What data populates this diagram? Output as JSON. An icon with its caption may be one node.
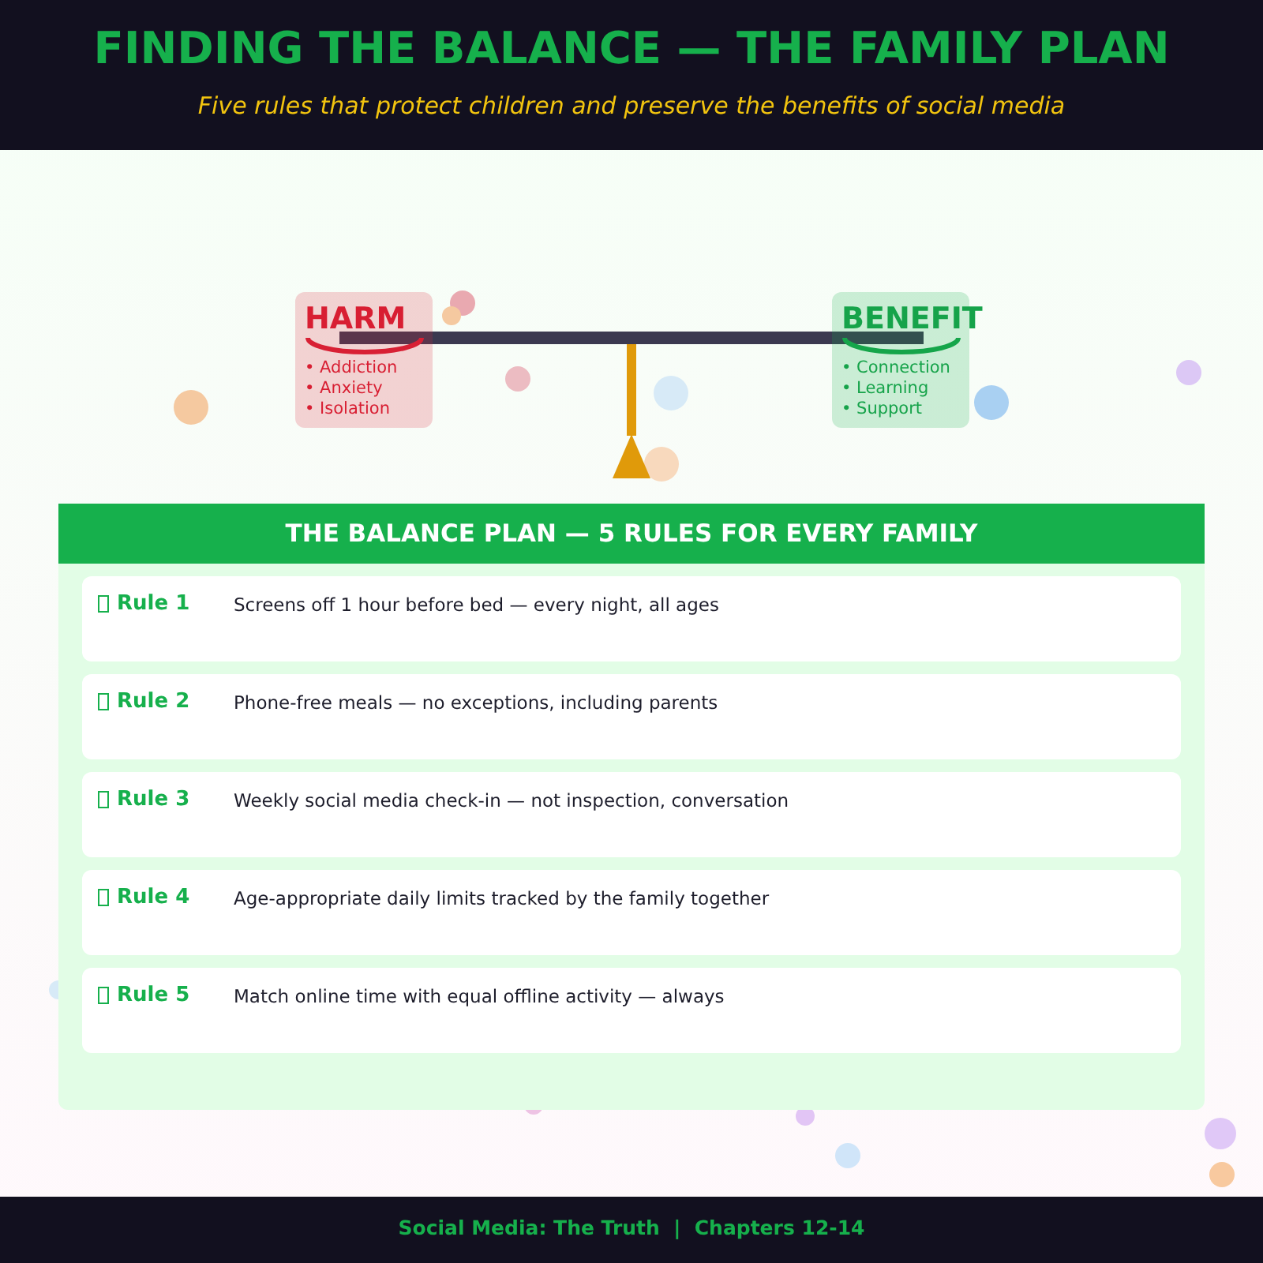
{
  "diagram": {
    "title": "FINDING THE BALANCE — THE FAMILY PLAN",
    "caption": "Social Media: The Truth  |  Chapters 12-14",
    "nodes": [
      {
        "text": [
          "HARM",
          "• Addiction",
          "• Anxiety",
          "• Isolation"
        ]
      },
      {
        "text": [
          "BENEFIT",
          "• Connection",
          "• Learning",
          "• Support"
        ]
      },
      {
        "text": [
          "THE BALANCE PLAN — 5 RULES FOR EVERY FAMILY"
        ]
      },
      {
        "text": [
          "Rule 1",
          "Screens off 1 hour before bed — every night, all ages"
        ],
        "in": 2
      },
      {
        "text": [
          "Rule 2",
          "Phone-free meals — no exceptions, including parents"
        ],
        "in": 2
      },
      {
        "text": [
          "Rule 3",
          "Weekly social media check-in — not inspection, conversation"
        ],
        "in": 2
      },
      {
        "text": [
          "Rule 4",
          "Age-appropriate daily limits tracked by the family together"
        ],
        "in": 2
      },
      {
        "text": [
          "Rule 5",
          "Match online time with equal offline activity — always"
        ],
        "in": 2
      }
    ],
    "edges": [],
    "labels": [
      "Five rules that protect children and preserve the benefits of social media"
    ]
  }
}
